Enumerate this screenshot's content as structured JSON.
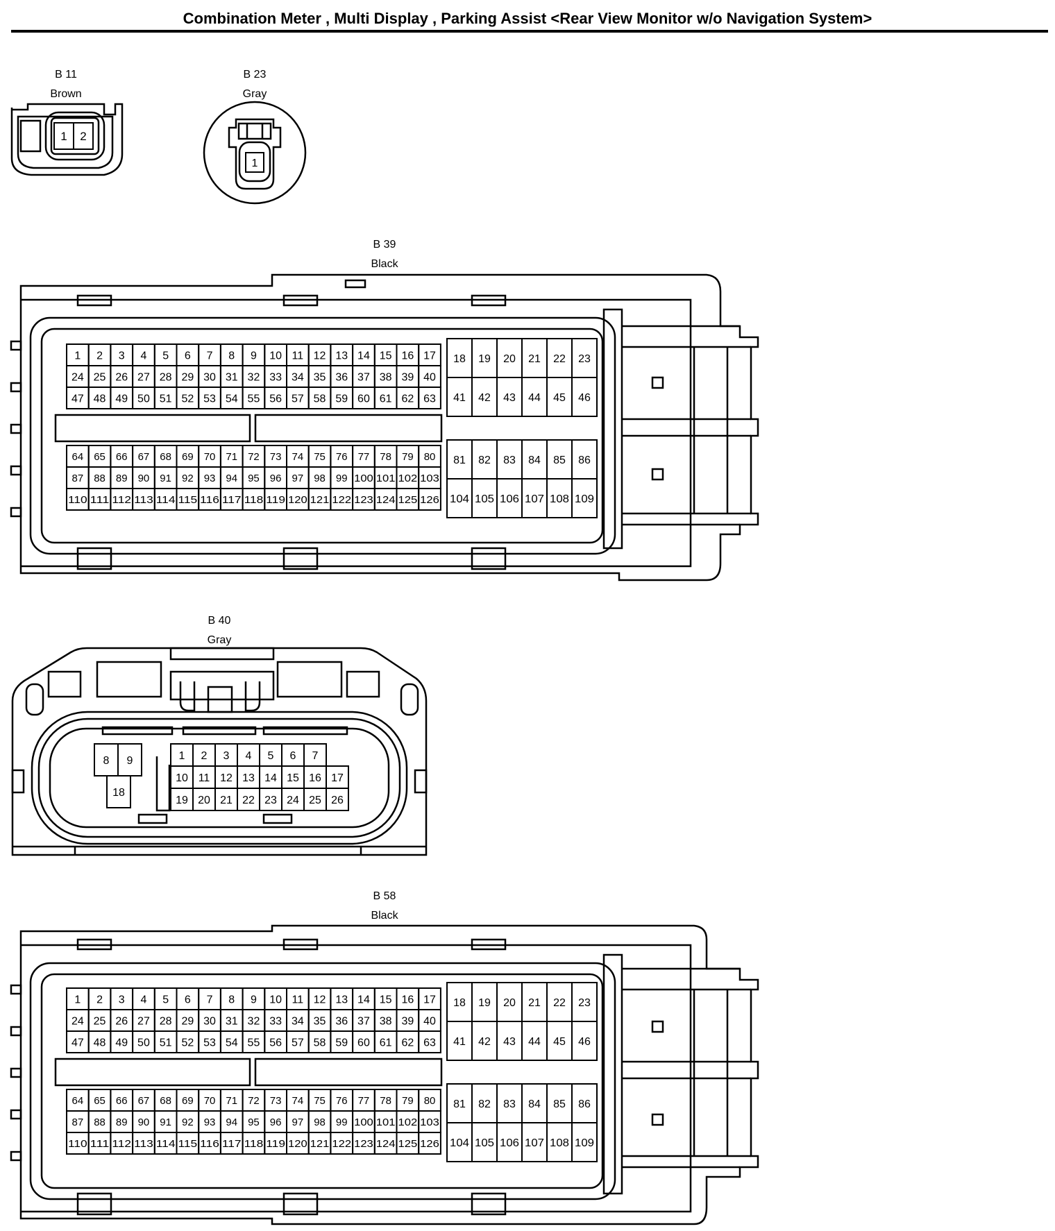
{
  "title": "Combination Meter , Multi Display , Parking Assist <Rear View Monitor w/o Navigation System>",
  "connectors": [
    {
      "id": "B 11",
      "color": "Brown",
      "shape": "small-rect",
      "groups": [
        {
          "rows": [
            [
              "1",
              "2"
            ]
          ]
        }
      ]
    },
    {
      "id": "B 23",
      "color": "Gray",
      "shape": "round",
      "groups": [
        {
          "rows": [
            [
              "1"
            ]
          ]
        }
      ]
    },
    {
      "id": "B 39",
      "color": "Black",
      "shape": "large-126",
      "groups": [
        {
          "rows": [
            [
              "1",
              "2",
              "3",
              "4",
              "5",
              "6",
              "7",
              "8",
              "9",
              "10",
              "11",
              "12",
              "13",
              "14",
              "15",
              "16",
              "17"
            ],
            [
              "24",
              "25",
              "26",
              "27",
              "28",
              "29",
              "30",
              "31",
              "32",
              "33",
              "34",
              "35",
              "36",
              "37",
              "38",
              "39",
              "40"
            ],
            [
              "47",
              "48",
              "49",
              "50",
              "51",
              "52",
              "53",
              "54",
              "55",
              "56",
              "57",
              "58",
              "59",
              "60",
              "61",
              "62",
              "63"
            ]
          ]
        },
        {
          "rows": [
            [
              "18",
              "19",
              "20",
              "21",
              "22",
              "23"
            ],
            [
              "41",
              "42",
              "43",
              "44",
              "45",
              "46"
            ]
          ]
        },
        {
          "rows": [
            [
              "64",
              "65",
              "66",
              "67",
              "68",
              "69",
              "70",
              "71",
              "72",
              "73",
              "74",
              "75",
              "76",
              "77",
              "78",
              "79",
              "80"
            ],
            [
              "87",
              "88",
              "89",
              "90",
              "91",
              "92",
              "93",
              "94",
              "95",
              "96",
              "97",
              "98",
              "99",
              "100",
              "101",
              "102",
              "103"
            ],
            [
              "110",
              "111",
              "112",
              "113",
              "114",
              "115",
              "116",
              "117",
              "118",
              "119",
              "120",
              "121",
              "122",
              "123",
              "124",
              "125",
              "126"
            ]
          ]
        },
        {
          "rows": [
            [
              "81",
              "82",
              "83",
              "84",
              "85",
              "86"
            ],
            [
              "104",
              "105",
              "106",
              "107",
              "108",
              "109"
            ]
          ]
        }
      ]
    },
    {
      "id": "B 40",
      "color": "Gray",
      "shape": "medium-26",
      "groups": [
        {
          "rows": [
            [
              "8",
              "9"
            ]
          ]
        },
        {
          "rows": [
            [
              "18"
            ]
          ]
        },
        {
          "rows": [
            [
              "1",
              "2",
              "3",
              "4",
              "5",
              "6",
              "7"
            ],
            [
              "10",
              "11",
              "12",
              "13",
              "14",
              "15",
              "16",
              "17"
            ],
            [
              "19",
              "20",
              "21",
              "22",
              "23",
              "24",
              "25",
              "26"
            ]
          ]
        }
      ]
    },
    {
      "id": "B 58",
      "color": "Black",
      "shape": "large-126",
      "groups": [
        {
          "rows": [
            [
              "1",
              "2",
              "3",
              "4",
              "5",
              "6",
              "7",
              "8",
              "9",
              "10",
              "11",
              "12",
              "13",
              "14",
              "15",
              "16",
              "17"
            ],
            [
              "24",
              "25",
              "26",
              "27",
              "28",
              "29",
              "30",
              "31",
              "32",
              "33",
              "34",
              "35",
              "36",
              "37",
              "38",
              "39",
              "40"
            ],
            [
              "47",
              "48",
              "49",
              "50",
              "51",
              "52",
              "53",
              "54",
              "55",
              "56",
              "57",
              "58",
              "59",
              "60",
              "61",
              "62",
              "63"
            ]
          ]
        },
        {
          "rows": [
            [
              "18",
              "19",
              "20",
              "21",
              "22",
              "23"
            ],
            [
              "41",
              "42",
              "43",
              "44",
              "45",
              "46"
            ]
          ]
        },
        {
          "rows": [
            [
              "64",
              "65",
              "66",
              "67",
              "68",
              "69",
              "70",
              "71",
              "72",
              "73",
              "74",
              "75",
              "76",
              "77",
              "78",
              "79",
              "80"
            ],
            [
              "87",
              "88",
              "89",
              "90",
              "91",
              "92",
              "93",
              "94",
              "95",
              "96",
              "97",
              "98",
              "99",
              "100",
              "101",
              "102",
              "103"
            ],
            [
              "110",
              "111",
              "112",
              "113",
              "114",
              "115",
              "116",
              "117",
              "118",
              "119",
              "120",
              "121",
              "122",
              "123",
              "124",
              "125",
              "126"
            ]
          ]
        },
        {
          "rows": [
            [
              "81",
              "82",
              "83",
              "84",
              "85",
              "86"
            ],
            [
              "104",
              "105",
              "106",
              "107",
              "108",
              "109"
            ]
          ]
        }
      ]
    }
  ]
}
